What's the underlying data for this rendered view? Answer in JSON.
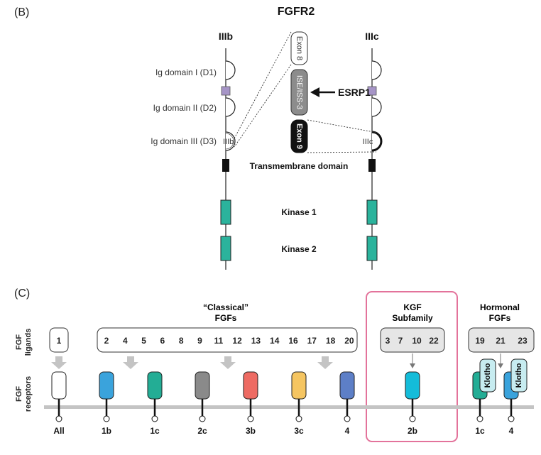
{
  "panel_b": {
    "label": "(B)",
    "title": "FGFR2",
    "isoform_left": "IIIb",
    "isoform_right": "IIIc",
    "domains": {
      "d1": "Ig domain I (D1)",
      "d2": "Ig domain II (D2)",
      "d3": "Ig domain III (D3)",
      "d3_left_tag": "IIIb",
      "d3_right_tag": "IIIc"
    },
    "exons": {
      "exon8": "Exon 8",
      "ise": "ISE/ISS-3",
      "exon9": "Exon 9"
    },
    "esrp1": "ESRP1",
    "transmembrane": "Transmembrane domain",
    "kinase1": "Kinase 1",
    "kinase2": "Kinase 2"
  },
  "panel_c": {
    "label": "(C)",
    "row_ligands": [
      "FGF",
      "ligands"
    ],
    "row_receptors": [
      "FGF",
      "receptors"
    ],
    "group_all": {
      "value": "1"
    },
    "group_classical": {
      "title": [
        "“Classical”",
        "FGFs"
      ],
      "values": [
        "2",
        "4",
        "5",
        "6",
        "8",
        "9",
        "11",
        "12",
        "13",
        "14",
        "16",
        "17",
        "18",
        "20"
      ]
    },
    "group_kgf": {
      "title": [
        "KGF",
        "Subfamily"
      ],
      "values": [
        "3",
        "7",
        "10",
        "22"
      ]
    },
    "group_hormonal": {
      "title": [
        "Hormonal",
        "FGFs"
      ],
      "values": [
        "19",
        "21",
        "23"
      ]
    },
    "klotho": "Klotho",
    "receptors": [
      {
        "label": "All",
        "color": "#ffffff"
      },
      {
        "label": "1b",
        "color": "#3aa3dc"
      },
      {
        "label": "1c",
        "color": "#23ad95"
      },
      {
        "label": "2c",
        "color": "#8a8a8a"
      },
      {
        "label": "3b",
        "color": "#ee6b63"
      },
      {
        "label": "3c",
        "color": "#f5c561"
      },
      {
        "label": "4",
        "color": "#5d7fc7"
      },
      {
        "label": "2b",
        "color": "#14bcd9"
      },
      {
        "label": "1c",
        "color": "#23ad95"
      },
      {
        "label": "4",
        "color": "#3aa3dc"
      }
    ],
    "colors": {
      "teal": "#2bb39c",
      "ise_gray": "#8c8c8c",
      "exon9": "#111111",
      "purple": "#a695c7",
      "pink_box": "#e3739b",
      "gray_box": "#e6e6e6",
      "klotho_fill": "#c7ecf0",
      "arrow_gray": "#c4c4c4"
    }
  }
}
